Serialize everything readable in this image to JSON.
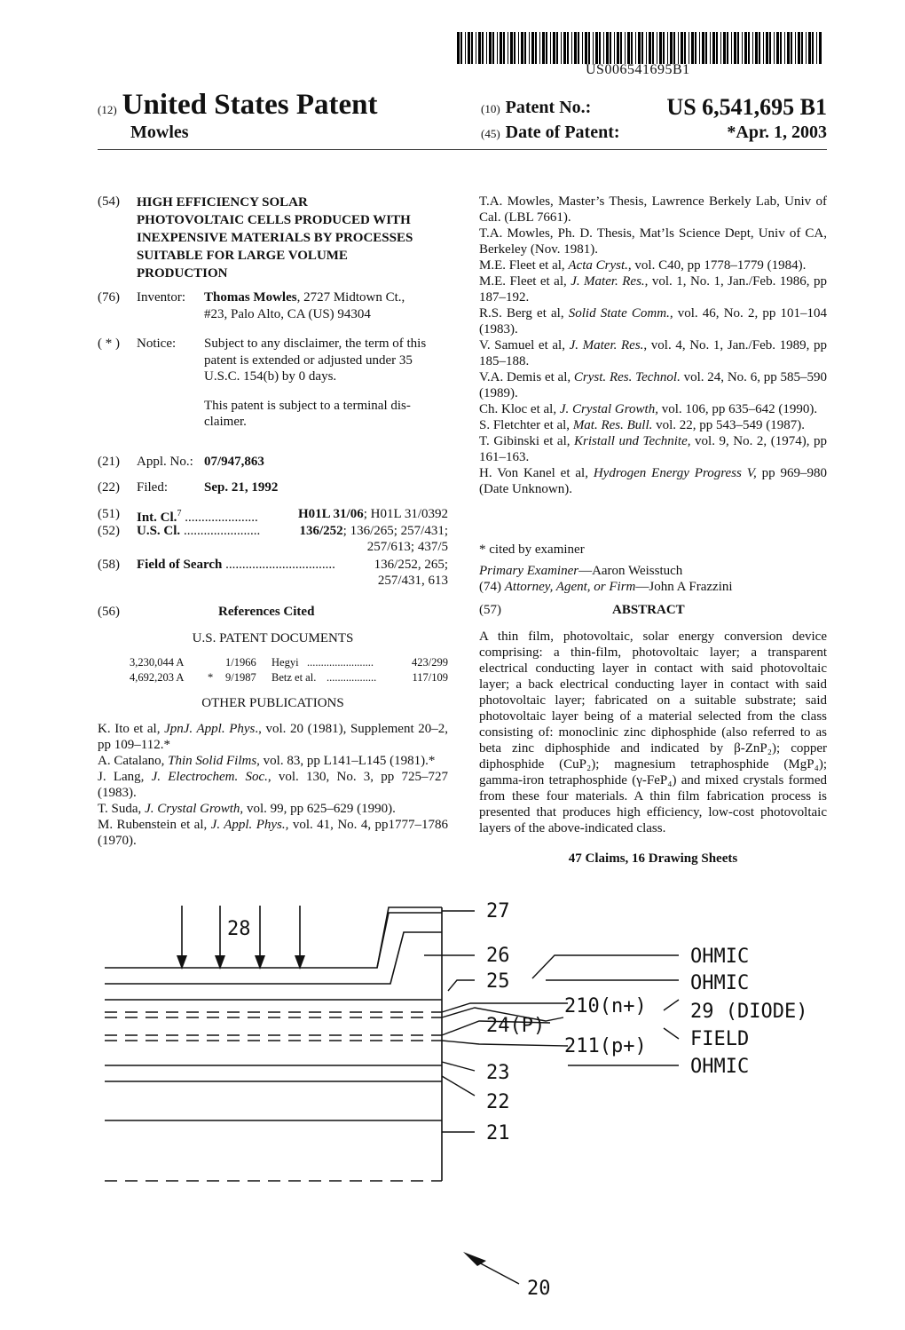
{
  "header": {
    "barcode_text": "US006541695B1",
    "label_12": "(12)",
    "doc_type": "United States Patent",
    "inventor_surname": "Mowles",
    "label_10": "(10)",
    "patent_no_label": "Patent No.:",
    "patent_no": "US 6,541,695 B1",
    "label_45": "(45)",
    "date_label": "Date of Patent:",
    "date": "*Apr. 1, 2003"
  },
  "left": {
    "f54_num": "(54)",
    "title_lines": [
      "HIGH EFFICIENCY SOLAR",
      "PHOTOVOLTAIC CELLS PRODUCED WITH",
      "INEXPENSIVE MATERIALS BY PROCESSES",
      "SUITABLE FOR LARGE VOLUME",
      "PRODUCTION"
    ],
    "f76_num": "(76)",
    "f76_label": "Inventor:",
    "f76_name": "Thomas Mowles",
    "f76_line1_rest": ", 2727 Midtown Ct.,",
    "f76_line2": "#23, Palo Alto, CA (US) 94304",
    "notice_num": "( * )",
    "notice_label": "Notice:",
    "notice_lines": [
      "Subject to any disclaimer, the term of this",
      "patent is extended or adjusted under 35",
      "U.S.C. 154(b) by 0 days."
    ],
    "terminal_lines": [
      "This patent is subject to a terminal dis-",
      "claimer."
    ],
    "f21_num": "(21)",
    "f21_label": "Appl. No.:",
    "f21_val": "07/947,863",
    "f22_num": "(22)",
    "f22_label": "Filed:",
    "f22_val": "Sep. 21, 1992",
    "f51_num": "(51)",
    "f51_label": "Int. Cl.",
    "f51_sup": "7",
    "f51_dots": " ......................",
    "f51_val_bold": "H01L 31/06",
    "f51_val_rest": "; H01L 31/0392",
    "f52_num": "(52)",
    "f52_label": "U.S. Cl.",
    "f52_dots": " .......................",
    "f52_val_bold": "136/252",
    "f52_val_rest": "; 136/265; 257/431;",
    "f52_line2": "257/613; 437/5",
    "f58_num": "(58)",
    "f58_label": "Field of Search",
    "f58_dots": " .................................",
    "f58_line1": "136/252, 265;",
    "f58_line2": "257/431, 613",
    "f56_num": "(56)",
    "refs_heading": "References Cited",
    "us_docs_heading": "U.S. PATENT DOCUMENTS",
    "patents": [
      {
        "no": "3,230,044 A",
        "star": "",
        "date": "1/1966",
        "name": "Hegyi",
        "dots": "........................",
        "cls": "423/299"
      },
      {
        "no": "4,692,203 A",
        "star": "*",
        "date": "9/1987",
        "name": "Betz et al.",
        "dots": "..................",
        "cls": "117/109"
      }
    ],
    "other_pubs_heading": "OTHER PUBLICATIONS",
    "pubs": [
      [
        "K. Ito et al, ",
        "JpnJ. Appl. Phys",
        "., vol. 20 (1981), Supplement 20–2, pp 109–112.*"
      ],
      [
        "A. Catalano, ",
        "Thin Solid Films,",
        " vol. 83, pp L141–L145 (1981).*"
      ],
      [
        "J. Lang, ",
        "J. Electrochem. Soc.",
        ", vol. 130, No. 3, pp 725–727 (1983)."
      ],
      [
        "T. Suda, ",
        "J. Crystal Growth,",
        " vol. 99, pp 625–629 (1990)."
      ],
      [
        "M. Rubenstein et al, ",
        "J. Appl. Phys.,",
        " vol. 41, No. 4, pp1777–1786 (1970)."
      ]
    ]
  },
  "right": {
    "pubs": [
      [
        "T.A. Mowles, Master’s Thesis, Lawrence Berkely Lab, Univ of Cal. (LBL 7661).",
        "",
        ""
      ],
      [
        "T.A. Mowles, Ph. D. Thesis, Mat’ls Science Dept, Univ of CA, Berkeley (Nov. 1981).",
        "",
        ""
      ],
      [
        "M.E. Fleet et al, ",
        "Acta Cryst.,",
        " vol. C40, pp 1778–1779 (1984)."
      ],
      [
        "M.E. Fleet et al, ",
        "J. Mater. Res.",
        ", vol. 1, No. 1, Jan./Feb. 1986, pp 187–192."
      ],
      [
        "R.S. Berg et al, ",
        "Solid State Comm.,",
        " vol. 46, No. 2, pp 101–104 (1983)."
      ],
      [
        "V. Samuel et al, ",
        "J. Mater. Res.",
        ", vol. 4, No. 1, Jan./Feb. 1989, pp 185–188."
      ],
      [
        "V.A. Demis et al, ",
        "Cryst. Res. Technol.",
        " vol. 24, No. 6, pp 585–590 (1989)."
      ],
      [
        "Ch. Kloc et al, ",
        "J. Crystal Growth,",
        " vol. 106, pp 635–642 (1990)."
      ],
      [
        "S. Fletchter et al, ",
        "Mat. Res. Bull.",
        " vol. 22, pp 543–549 (1987)."
      ],
      [
        "T. Gibinski et al, ",
        "Kristall und Technite,",
        " vol. 9, No. 2, (1974), pp 161–163."
      ],
      [
        "H. Von Kanel et al, ",
        "Hydrogen Energy Progress V,",
        " pp 969–980 (Date Unknown)."
      ]
    ],
    "cited_by": "* cited by examiner",
    "examiner_label": "Primary Examiner",
    "examiner_name": "—Aaron Weisstuch",
    "attorney_num": "(74) ",
    "attorney_label": "Attorney, Agent, or Firm",
    "attorney_name": "—John A Frazzini",
    "abstract_num": "(57)",
    "abstract_heading": "ABSTRACT",
    "abstract_text": "A thin film, photovoltaic, solar energy conversion device comprising: a thin-film, photovoltaic layer; a transparent electrical conducting layer in contact with said photovoltaic layer; a back electrical conducting layer in contact with said photovoltaic layer; fabricated on a suitable substrate; said photovoltaic layer being of a material selected from the class consisting of: monoclinic zinc diphosphide (also referred to as beta zinc diphosphide and indicated by β-ZnP₂); copper diphosphide (CuP₂); magnesium tetraphosphide (MgP₄); gamma-iron tetraphosphide (γ-FeP₄) and mixed crystals formed from these four materials. A thin film fabrication process is presented that produces high efficiency, low-cost photovoltaic layers of the above-indicated class.",
    "claims": "47 Claims, 16 Drawing Sheets"
  },
  "figure": {
    "labels": {
      "l28": "28",
      "l27": "27",
      "l26": "26",
      "l25": "25",
      "l24": "24(P)",
      "l210": "210(n+)",
      "l211": "211(p+)",
      "l23": "23",
      "l22": "22",
      "l21": "21",
      "l20": "20",
      "ohmic1": "OHMIC",
      "ohmic2": "OHMIC",
      "diode": "29 (DIODE)",
      "field": "FIELD",
      "ohmic3": "OHMIC"
    }
  }
}
